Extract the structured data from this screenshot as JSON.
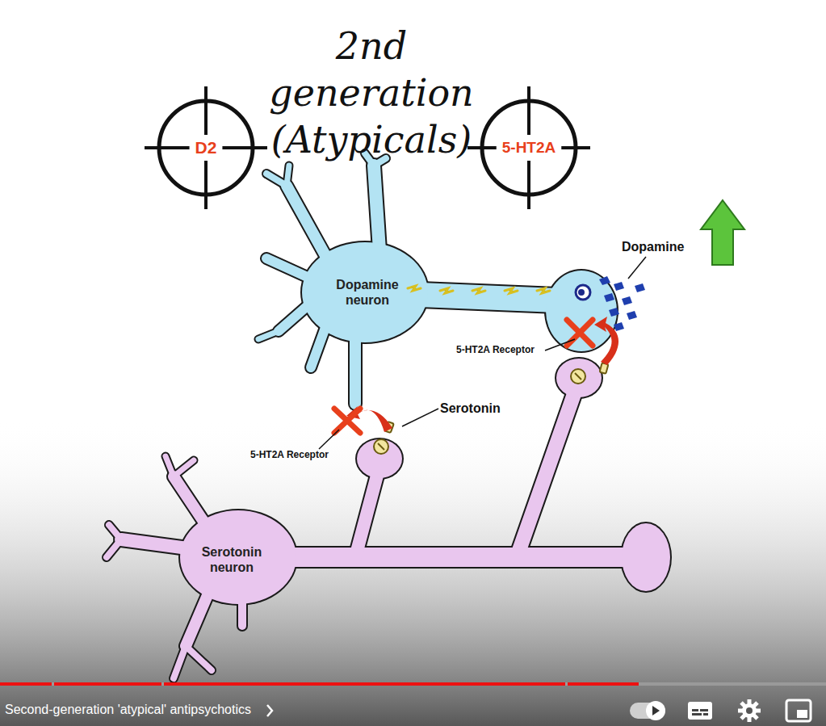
{
  "diagram": {
    "title": "2nd generation (Atypicals)",
    "nodes": [
      {
        "text": [
          "D2"
        ]
      },
      {
        "text": [
          "5-HT2A"
        ]
      },
      {
        "text": [
          "Dopamine neuron"
        ]
      },
      {
        "text": [
          "Serotonin neuron"
        ]
      }
    ],
    "labels": [
      "Dopamine",
      "5-HT2A Receptor",
      "Serotonin",
      "5-HT2A Receptor",
      "Second-generation 'atypical' antipsychotics"
    ]
  }
}
